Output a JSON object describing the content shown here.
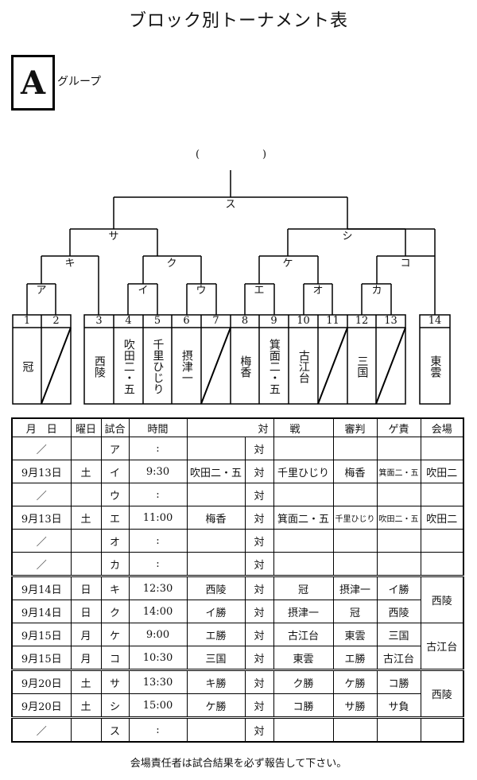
{
  "title": "ブロック別トーナメント表",
  "group": {
    "letter": "A",
    "label": "グループ"
  },
  "final_paren": {
    "open": "(",
    "close": ")"
  },
  "bracket_labels": [
    "ア",
    "イ",
    "ウ",
    "エ",
    "オ",
    "カ",
    "キ",
    "ク",
    "ケ",
    "コ",
    "サ",
    "シ",
    "ス"
  ],
  "positions": [
    "1",
    "2",
    "3",
    "4",
    "5",
    "6",
    "7",
    "8",
    "9",
    "10",
    "11",
    "12",
    "13",
    "14"
  ],
  "teams": {
    "p1": "冠",
    "p3": "西陵",
    "p4": "吹田二・五",
    "p5": "千里ひじり",
    "p6": "摂津一",
    "p8": "梅香",
    "p9": "箕面二・五",
    "p10": "古江台",
    "p12": "三国",
    "p14": "東雲"
  },
  "schedule": {
    "headers": [
      "月　日",
      "曜日",
      "試合",
      "時間",
      "対",
      "戦",
      "審判",
      "ゲ責",
      "会場"
    ],
    "vs": "対",
    "rows": [
      {
        "date": "／",
        "day": "",
        "match": "ア",
        "time": ":",
        "a": "",
        "b": "",
        "ref": "",
        "resp": "",
        "venue": ""
      },
      {
        "date": "9月13日",
        "day": "土",
        "match": "イ",
        "time": "9:30",
        "a": "吹田二・五",
        "b": "千里ひじり",
        "ref": "梅香",
        "resp": "箕面二・五",
        "venue": "吹田二"
      },
      {
        "date": "／",
        "day": "",
        "match": "ウ",
        "time": ":",
        "a": "",
        "b": "",
        "ref": "",
        "resp": "",
        "venue": ""
      },
      {
        "date": "9月13日",
        "day": "土",
        "match": "エ",
        "time": "11:00",
        "a": "梅香",
        "b": "箕面二・五",
        "ref": "千里ひじり",
        "resp": "吹田二・五",
        "venue": "吹田二"
      },
      {
        "date": "／",
        "day": "",
        "match": "オ",
        "time": ":",
        "a": "",
        "b": "",
        "ref": "",
        "resp": "",
        "venue": ""
      },
      {
        "date": "／",
        "day": "",
        "match": "カ",
        "time": ":",
        "a": "",
        "b": "",
        "ref": "",
        "resp": "",
        "venue": ""
      },
      {
        "date": "9月14日",
        "day": "日",
        "match": "キ",
        "time": "12:30",
        "a": "西陵",
        "b": "冠",
        "ref": "摂津一",
        "resp": "イ勝",
        "venue": "西陵"
      },
      {
        "date": "9月14日",
        "day": "日",
        "match": "ク",
        "time": "14:00",
        "a": "イ勝",
        "b": "摂津一",
        "ref": "冠",
        "resp": "西陵",
        "venue": ""
      },
      {
        "date": "9月15日",
        "day": "月",
        "match": "ケ",
        "time": "9:00",
        "a": "エ勝",
        "b": "古江台",
        "ref": "東雲",
        "resp": "三国",
        "venue": "古江台"
      },
      {
        "date": "9月15日",
        "day": "月",
        "match": "コ",
        "time": "10:30",
        "a": "三国",
        "b": "東雲",
        "ref": "エ勝",
        "resp": "古江台",
        "venue": ""
      },
      {
        "date": "9月20日",
        "day": "土",
        "match": "サ",
        "time": "13:30",
        "a": "キ勝",
        "b": "ク勝",
        "ref": "ケ勝",
        "resp": "コ勝",
        "venue": "西陵"
      },
      {
        "date": "9月20日",
        "day": "土",
        "match": "シ",
        "time": "15:00",
        "a": "ケ勝",
        "b": "コ勝",
        "ref": "サ勝",
        "resp": "サ負",
        "venue": ""
      },
      {
        "date": "／",
        "day": "",
        "match": "ス",
        "time": ":",
        "a": "",
        "b": "",
        "ref": "",
        "resp": "",
        "venue": ""
      }
    ]
  },
  "footer": "会場責任者は試合結果を必ず報告して下さい。"
}
